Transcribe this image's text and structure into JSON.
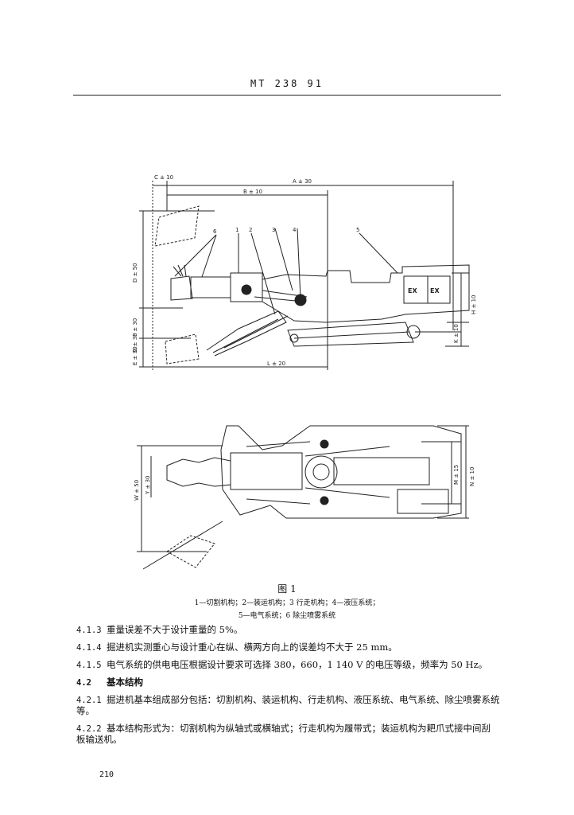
{
  "header": {
    "doc_id": "MT 238  91"
  },
  "figure": {
    "labels": {
      "c": "C ± 10",
      "a": "A ± 30",
      "b": "B ± 10",
      "d": "D ± 50",
      "f": "F ± 30",
      "g": "G ± 30",
      "e": "E ± 30",
      "l": "L ± 20",
      "h": "H ± 10",
      "k": "K ± 10",
      "w": "W ± 50",
      "y": "Y ± 30",
      "m": "M ± 15",
      "n": "N ± 10",
      "ex1": "EX",
      "ex2": "EX",
      "n1": "1",
      "n2": "2",
      "n3": "3",
      "n4": "4",
      "n5": "5",
      "n6": "6"
    },
    "title": "图 1",
    "caption_line1": "1—切割机构；2—装运机构；3  行走机构；4—液压系统；",
    "caption_line2": "5—电气系统；6  除尘喷雾系统"
  },
  "paragraphs": [
    {
      "num": "4.1.3",
      "text": "重量误差不大于设计重量的 5%。"
    },
    {
      "num": "4.1.4",
      "text": "掘进机实测重心与设计重心在纵、横两方向上的误差均不大于 25 mm。"
    },
    {
      "num": "4.1.5",
      "text": "电气系统的供电电压根据设计要求可选择 380，660，1 140 V 的电压等级，频率为 50 Hz。"
    },
    {
      "num": "4.2",
      "text": "基本结构"
    },
    {
      "num": "4.2.1",
      "text": "掘进机基本组成部分包括：切割机构、装运机构、行走机构、液压系统、电气系统、除尘喷雾系统"
    },
    {
      "num": "",
      "text": "等。"
    },
    {
      "num": "4.2.2",
      "text": "基本结构形式为：切割机构为纵轴式或横轴式；行走机构为履带式；装运机构为耙爪式接中间刮"
    },
    {
      "num": "",
      "text": "板输送机。"
    }
  ],
  "footer": {
    "page_number": "210"
  }
}
